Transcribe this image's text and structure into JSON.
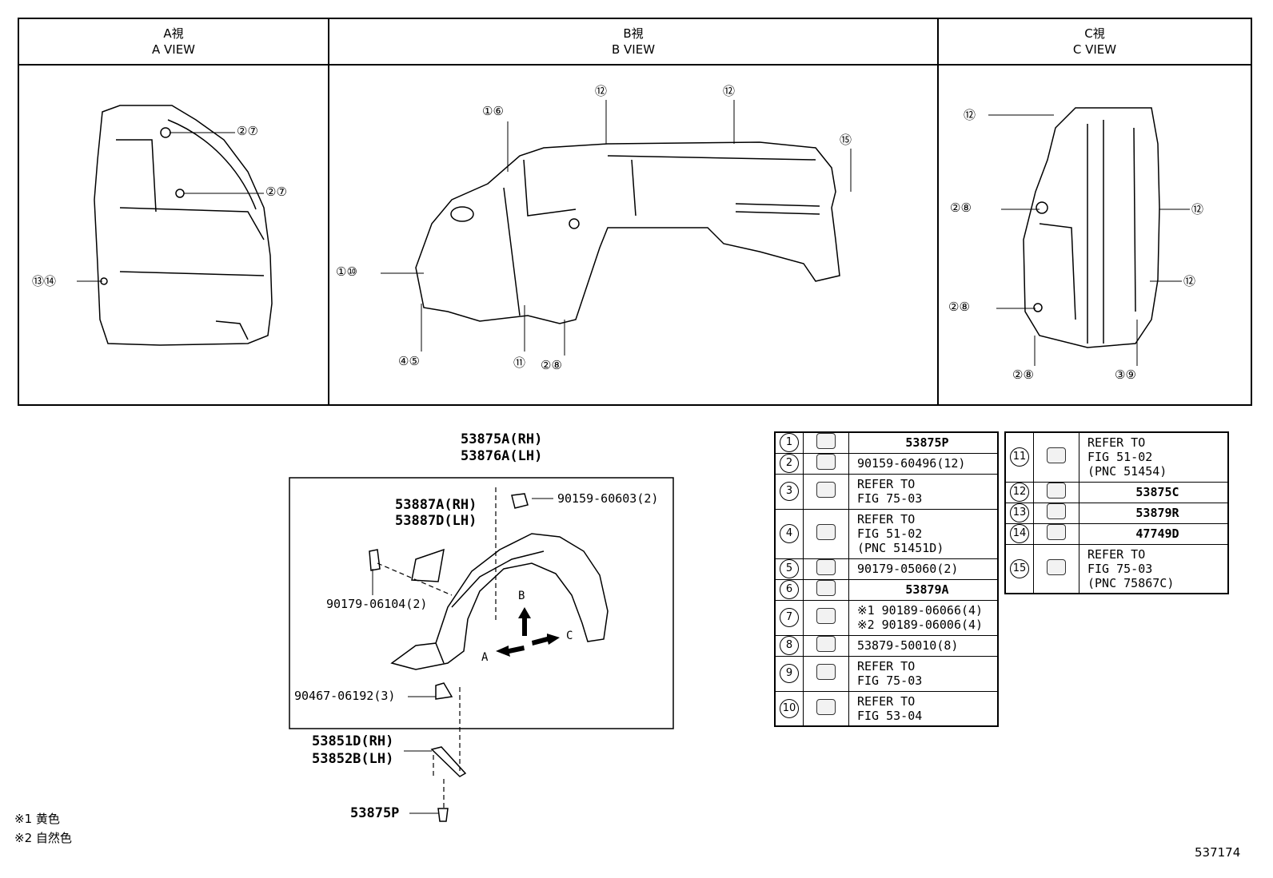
{
  "views": [
    {
      "jp": "A視",
      "en": "A VIEW"
    },
    {
      "jp": "B視",
      "en": "B VIEW"
    },
    {
      "jp": "C視",
      "en": "C VIEW"
    }
  ],
  "a_view_callouts": [
    "②⑦",
    "②⑦",
    "⑬⑭"
  ],
  "b_view_callouts": [
    "①⑥",
    "⑫",
    "⑫",
    "⑮",
    "①⑩",
    "④⑤",
    "⑪",
    "②⑧"
  ],
  "c_view_callouts": [
    "⑫",
    "②⑧",
    "⑫",
    "⑫",
    "②⑧",
    "②⑧",
    "③⑨"
  ],
  "assembly": {
    "main_part_rh": "53875A(RH)",
    "main_part_lh": "53876A(LH)",
    "bracket_rh": "53887A(RH)",
    "bracket_lh": "53887D(LH)",
    "bolt_top": "90159-60603(2)",
    "clip_left": "90179-06104(2)",
    "clip_bottom": "90467-06192(3)",
    "guard_rh": "53851D(RH)",
    "guard_lh": "53852B(LH)",
    "screw_bottom": "53875P",
    "arrow_a": "A",
    "arrow_b": "B",
    "arrow_c": "C"
  },
  "parts_left": [
    {
      "num": "1",
      "icon": "bolt-icon",
      "lines": [
        "53875P"
      ],
      "bold": true
    },
    {
      "num": "2",
      "icon": "bolt-icon",
      "lines": [
        "90159-60496(12)"
      ],
      "bold": false
    },
    {
      "num": "3",
      "icon": "screw-icon",
      "lines": [
        "REFER TO",
        "FIG 75-03"
      ],
      "bold": false
    },
    {
      "num": "4",
      "icon": "screw-icon",
      "lines": [
        "REFER TO",
        "FIG 51-02",
        "(PNC 51451D)"
      ],
      "bold": false
    },
    {
      "num": "5",
      "icon": "clip-nut-icon",
      "lines": [
        "90179-05060(2)"
      ],
      "bold": false
    },
    {
      "num": "6",
      "icon": "clip-icon",
      "lines": [
        "53879A"
      ],
      "bold": true
    },
    {
      "num": "7",
      "icon": "nut-icon",
      "lines": [
        "※1 90189-06066(4)",
        "※2 90189-06006(4)"
      ],
      "bold": false
    },
    {
      "num": "8",
      "icon": "grommet-icon",
      "lines": [
        "53879-50010(8)"
      ],
      "bold": false
    },
    {
      "num": "9",
      "icon": "grommet-icon",
      "lines": [
        "REFER TO",
        "FIG 75-03"
      ],
      "bold": false
    },
    {
      "num": "10",
      "icon": "nut-icon",
      "lines": [
        "REFER TO",
        "FIG 53-04"
      ],
      "bold": false
    }
  ],
  "parts_right": [
    {
      "num": "11",
      "icon": "push-clip-icon",
      "lines": [
        "REFER TO",
        "FIG 51-02",
        "(PNC 51454)"
      ],
      "bold": false
    },
    {
      "num": "12",
      "icon": "push-clip-icon",
      "lines": [
        "53875C"
      ],
      "bold": true
    },
    {
      "num": "13",
      "icon": "retainer-icon",
      "lines": [
        "53879R"
      ],
      "bold": true
    },
    {
      "num": "14",
      "icon": "screw-grommet-icon",
      "lines": [
        "47749D"
      ],
      "bold": true
    },
    {
      "num": "15",
      "icon": "push-clip-icon",
      "lines": [
        "REFER TO",
        "FIG 75-03",
        "(PNC 75867C)"
      ],
      "bold": false
    }
  ],
  "notes": [
    "※1 黄色",
    "※2 自然色"
  ],
  "figure_id": "537174"
}
